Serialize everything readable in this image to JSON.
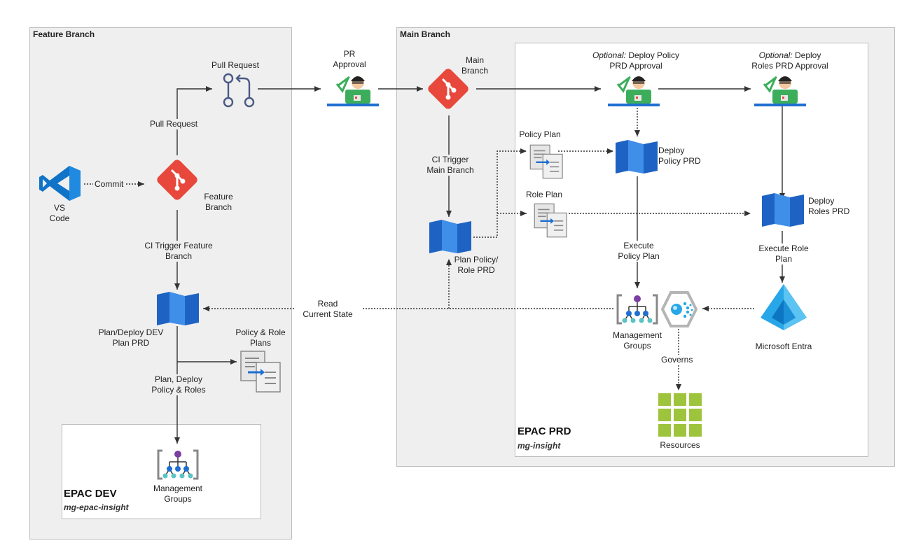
{
  "panels": {
    "feature_branch": "Feature Branch",
    "main_branch": "Main Branch",
    "epac_dev": {
      "title": "EPAC DEV",
      "subtitle": "mg-epac-insight"
    },
    "epac_prd": {
      "title": "EPAC PRD",
      "subtitle": "mg-insight"
    }
  },
  "nodes": {
    "vscode": {
      "line1": "VS",
      "line2": "Code",
      "icon": "vscode-icon"
    },
    "feature_branch": {
      "line1": "Feature",
      "line2": "Branch",
      "icon": "git-icon"
    },
    "pull_request": {
      "label": "Pull Request",
      "icon": "pull-request-icon"
    },
    "pr_approval": {
      "line1": "PR",
      "line2": "Approval",
      "icon": "approver-icon"
    },
    "main_branch": {
      "line1": "Main",
      "line2": "Branch",
      "icon": "git-icon"
    },
    "approval_policy": {
      "optional": "Optional:",
      "line1": " Deploy Policy",
      "line2": "PRD Approval",
      "icon": "approver-icon"
    },
    "approval_roles": {
      "optional": "Optional:",
      "line1": " Deploy",
      "line2": "Roles PRD Approval",
      "icon": "approver-icon"
    },
    "plan_deploy_dev": {
      "line1": "Plan/Deploy DEV",
      "line2": "Plan PRD",
      "icon": "pipeline-icon"
    },
    "policy_role_plans": {
      "line1": "Policy & Role",
      "line2": "Plans",
      "icon": "plan-document-icon"
    },
    "mg_dev": {
      "line1": "Management",
      "line2": "Groups",
      "icon": "management-groups-icon"
    },
    "plan_policy_role_prd": {
      "line1": "Plan Policy/",
      "line2": "Role PRD",
      "icon": "pipeline-icon"
    },
    "policy_plan": {
      "label": "Policy Plan",
      "icon": "plan-document-icon"
    },
    "role_plan": {
      "label": "Role Plan",
      "icon": "plan-document-icon"
    },
    "deploy_policy_prd": {
      "line1": "Deploy",
      "line2": "Policy PRD",
      "icon": "pipeline-icon"
    },
    "deploy_roles_prd": {
      "line1": "Deploy",
      "line2": "Roles PRD",
      "icon": "pipeline-icon"
    },
    "mg_prd": {
      "line1": "Management",
      "line2": "Groups",
      "icon": "management-groups-icon"
    },
    "policy_hex": {
      "icon": "azure-policy-icon"
    },
    "entra": {
      "label": "Microsoft Entra",
      "icon": "microsoft-entra-icon"
    },
    "resources": {
      "label": "Resources",
      "icon": "resources-grid-icon"
    }
  },
  "edges": {
    "commit": "Commit",
    "pull_request": "Pull Request",
    "ci_feature": {
      "line1": "CI Trigger Feature",
      "line2": "Branch"
    },
    "plan_deploy": {
      "line1": "Plan, Deploy",
      "line2": "Policy & Roles"
    },
    "read_state": {
      "line1": "Read",
      "line2": "Current State"
    },
    "ci_main": {
      "line1": "CI Trigger",
      "line2": "Main Branch"
    },
    "execute_policy": {
      "line1": "Execute",
      "line2": "Policy Plan"
    },
    "execute_role": {
      "line1": "Execute Role",
      "line2": "Plan"
    },
    "governs": "Governs"
  },
  "colors": {
    "panel_gray": "#efefef",
    "panel_border": "#bdbdbd",
    "git_red": "#e8473b",
    "vscode_blue": "#0f74c8",
    "pipeline_blue": "#1f6fd1",
    "approver_green": "#3cae5b",
    "entra_blue": "#27a7e8",
    "resources_green": "#9dc43c",
    "arrow": "#333333"
  }
}
